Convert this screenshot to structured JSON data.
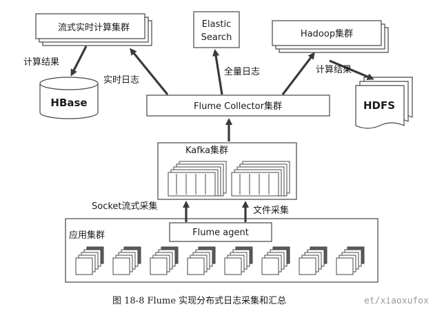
{
  "nodes": {
    "stream_cluster": "流式实时计算集群",
    "elastic_line1": "Elastic",
    "elastic_line2": "Search",
    "hadoop_cluster": "Hadoop集群",
    "hbase": "HBase",
    "hdfs": "HDFS",
    "flume_collector": "Flume Collector集群",
    "kafka_cluster": "Kafka集群",
    "flume_agent": "Flume agent",
    "app_cluster": "应用集群"
  },
  "edges": {
    "calc_result_left": "计算结果",
    "realtime_log": "实时日志",
    "full_log": "全量日志",
    "calc_result_right": "计算结果",
    "socket_stream": "Socket流式采集",
    "file_collect": "文件采集"
  },
  "caption": "图 18-8   Flume 实现分布式日志采集和汇总",
  "watermark": "et/xiaoxufox"
}
